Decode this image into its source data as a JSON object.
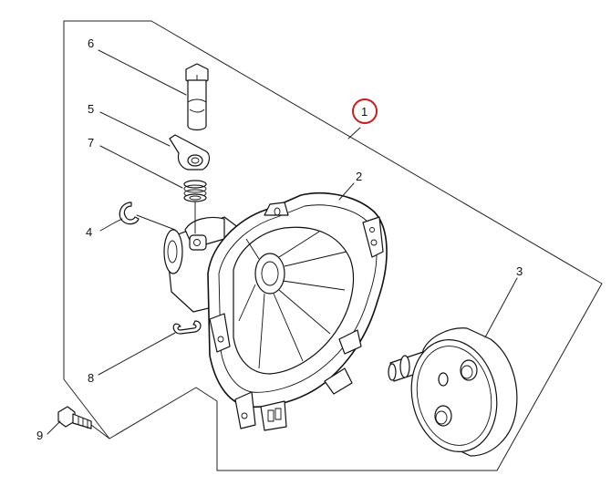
{
  "diagram": {
    "callouts": [
      {
        "id": "part-1",
        "number": "1"
      },
      {
        "id": "part-2",
        "number": "2"
      },
      {
        "id": "part-3",
        "number": "3"
      },
      {
        "id": "part-4",
        "number": "4"
      },
      {
        "id": "part-5",
        "number": "5"
      },
      {
        "id": "part-6",
        "number": "6"
      },
      {
        "id": "part-7",
        "number": "7"
      },
      {
        "id": "part-8",
        "number": "8"
      },
      {
        "id": "part-9",
        "number": "9"
      }
    ],
    "highlight": {
      "callout": "1",
      "color": "#d0191c"
    },
    "line_color": "#222222"
  }
}
